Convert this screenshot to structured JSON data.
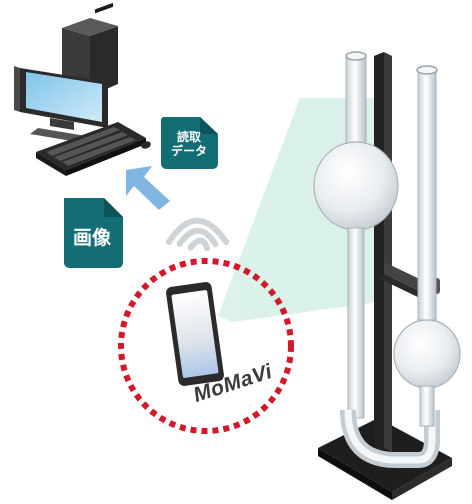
{
  "documents": {
    "read_data": {
      "line1": "読取",
      "line2": "データ"
    },
    "image": {
      "label": "画像"
    }
  },
  "device": {
    "name": "MoMaVi"
  },
  "icons": [
    "computer-icon",
    "document-icon",
    "arrow-up-icon",
    "wifi-icon",
    "tablet-icon",
    "glass-viscometer-icon"
  ],
  "colors": {
    "document_teal": "#136d74",
    "arrow_blue": "#7fb5df",
    "circle_red": "#d3182a",
    "camera_beam": "#bfe6d8"
  }
}
